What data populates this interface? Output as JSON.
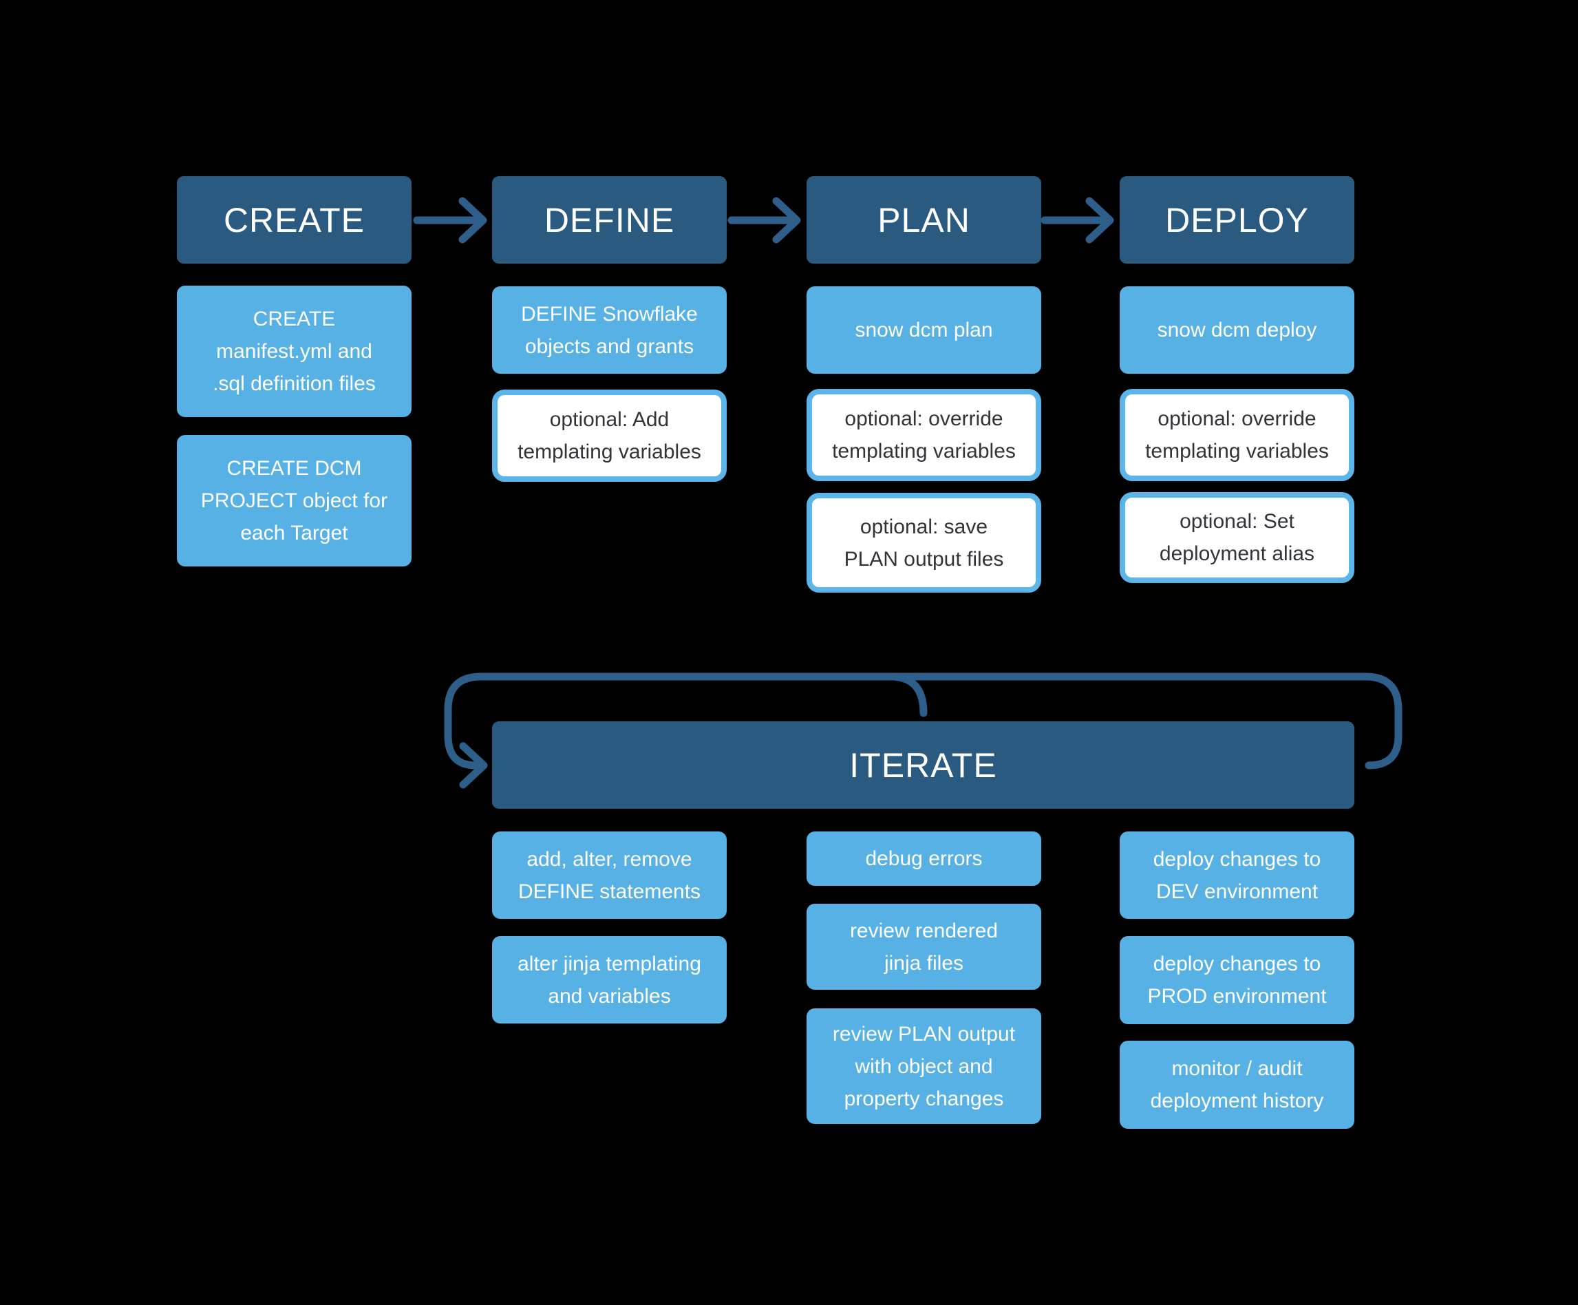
{
  "colors": {
    "background": "#000000",
    "stage_fill": "#2b5a80",
    "item_fill": "#57b1e4",
    "optional_fill": "#ffffff",
    "optional_border": "#5cb5e8",
    "optional_text": "#313438",
    "light_text": "#ffffff",
    "connector": "#2e5f8a"
  },
  "icons": {
    "flow_connector": "arrow-right-icon",
    "iterate_loop": "loop-arrow-icon"
  },
  "stages": [
    {
      "title": "CREATE",
      "items": [
        {
          "type": "action",
          "text": "CREATE\nmanifest.yml and\n.sql definition files"
        },
        {
          "type": "action",
          "text": "CREATE DCM\nPROJECT object for\neach Target"
        }
      ]
    },
    {
      "title": "DEFINE",
      "items": [
        {
          "type": "action",
          "text": "DEFINE Snowflake\nobjects and grants"
        },
        {
          "type": "optional",
          "text": "optional: Add\ntemplating variables"
        }
      ]
    },
    {
      "title": "PLAN",
      "items": [
        {
          "type": "action",
          "text": "snow dcm plan"
        },
        {
          "type": "optional",
          "text": "optional: override\ntemplating variables"
        },
        {
          "type": "optional",
          "text": "optional: save\nPLAN output files"
        }
      ]
    },
    {
      "title": "DEPLOY",
      "items": [
        {
          "type": "action",
          "text": "snow dcm deploy"
        },
        {
          "type": "optional",
          "text": "optional: override\ntemplating variables"
        },
        {
          "type": "optional",
          "text": "optional: Set\ndeployment alias"
        }
      ]
    }
  ],
  "iterate": {
    "title": "ITERATE",
    "columns": [
      {
        "items": [
          {
            "text": "add, alter, remove\nDEFINE statements"
          },
          {
            "text": "alter jinja templating\nand variables"
          }
        ]
      },
      {
        "items": [
          {
            "text": "debug errors"
          },
          {
            "text": "review rendered\njinja files"
          },
          {
            "text": "review PLAN output\nwith object and\nproperty changes"
          }
        ]
      },
      {
        "items": [
          {
            "text": "deploy changes to\nDEV environment"
          },
          {
            "text": "deploy changes to\nPROD environment"
          },
          {
            "text": "monitor / audit\ndeployment history"
          }
        ]
      }
    ]
  }
}
